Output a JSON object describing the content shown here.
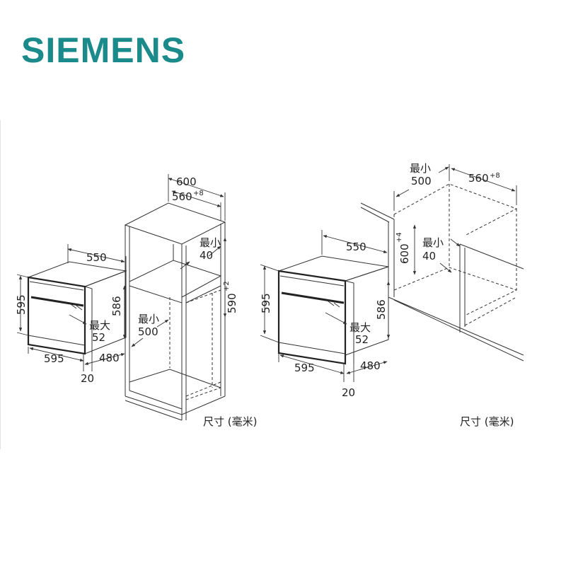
{
  "brand": {
    "name": "SIEMENS",
    "color": "#1a8a8a"
  },
  "left_install": {
    "oven": {
      "depth": "550",
      "height_left": "595",
      "height_inner": "586",
      "width": "595",
      "body_depth": "480",
      "front_offset": "20",
      "handle_label": "最大",
      "handle_value": "52"
    },
    "cabinet": {
      "outer_width": "600",
      "inner_width_base": "560",
      "inner_width_tol": "+8",
      "gap_label": "最小",
      "gap_value": "40",
      "niche_height_base": "590",
      "niche_height_tol": "+2",
      "vent_label": "最小",
      "vent_value": "500"
    },
    "units_note": "尺寸 (毫米)"
  },
  "right_install": {
    "oven": {
      "depth": "550",
      "height_left": "595",
      "height_inner": "586",
      "width": "595",
      "body_depth": "480",
      "front_offset": "20",
      "handle_label": "最大",
      "handle_value": "52"
    },
    "niche": {
      "vent_label": "最小",
      "vent_value": "500",
      "width_base": "560",
      "width_tol": "+8",
      "height_base": "600",
      "height_tol": "+4",
      "gap_label": "最小",
      "gap_value": "40"
    },
    "units_note": "尺寸 (毫米)"
  }
}
